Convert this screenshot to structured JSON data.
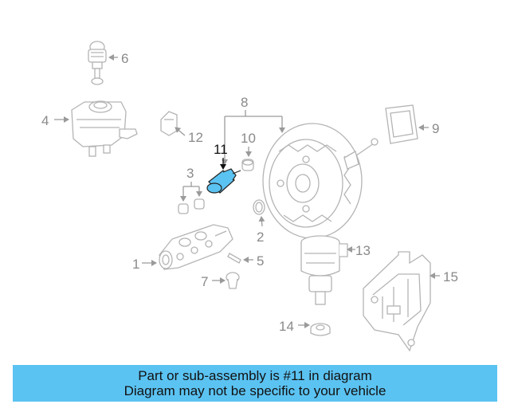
{
  "diagram": {
    "callouts": {
      "c1": "1",
      "c2": "2",
      "c3": "3",
      "c4": "4",
      "c5": "5",
      "c6": "6",
      "c7": "7",
      "c8": "8",
      "c9": "9",
      "c10": "10",
      "c11": "11",
      "c12": "12",
      "c13": "13",
      "c14": "14",
      "c15": "15"
    },
    "highlight_callout": "11",
    "highlight_color": "#5bc3f2",
    "line_color": "#b4b4b4"
  },
  "banner": {
    "line1": "Part or sub-assembly is #11 in diagram",
    "line2": "Diagram may not be specific to your vehicle",
    "background": "#5bc3f2"
  }
}
